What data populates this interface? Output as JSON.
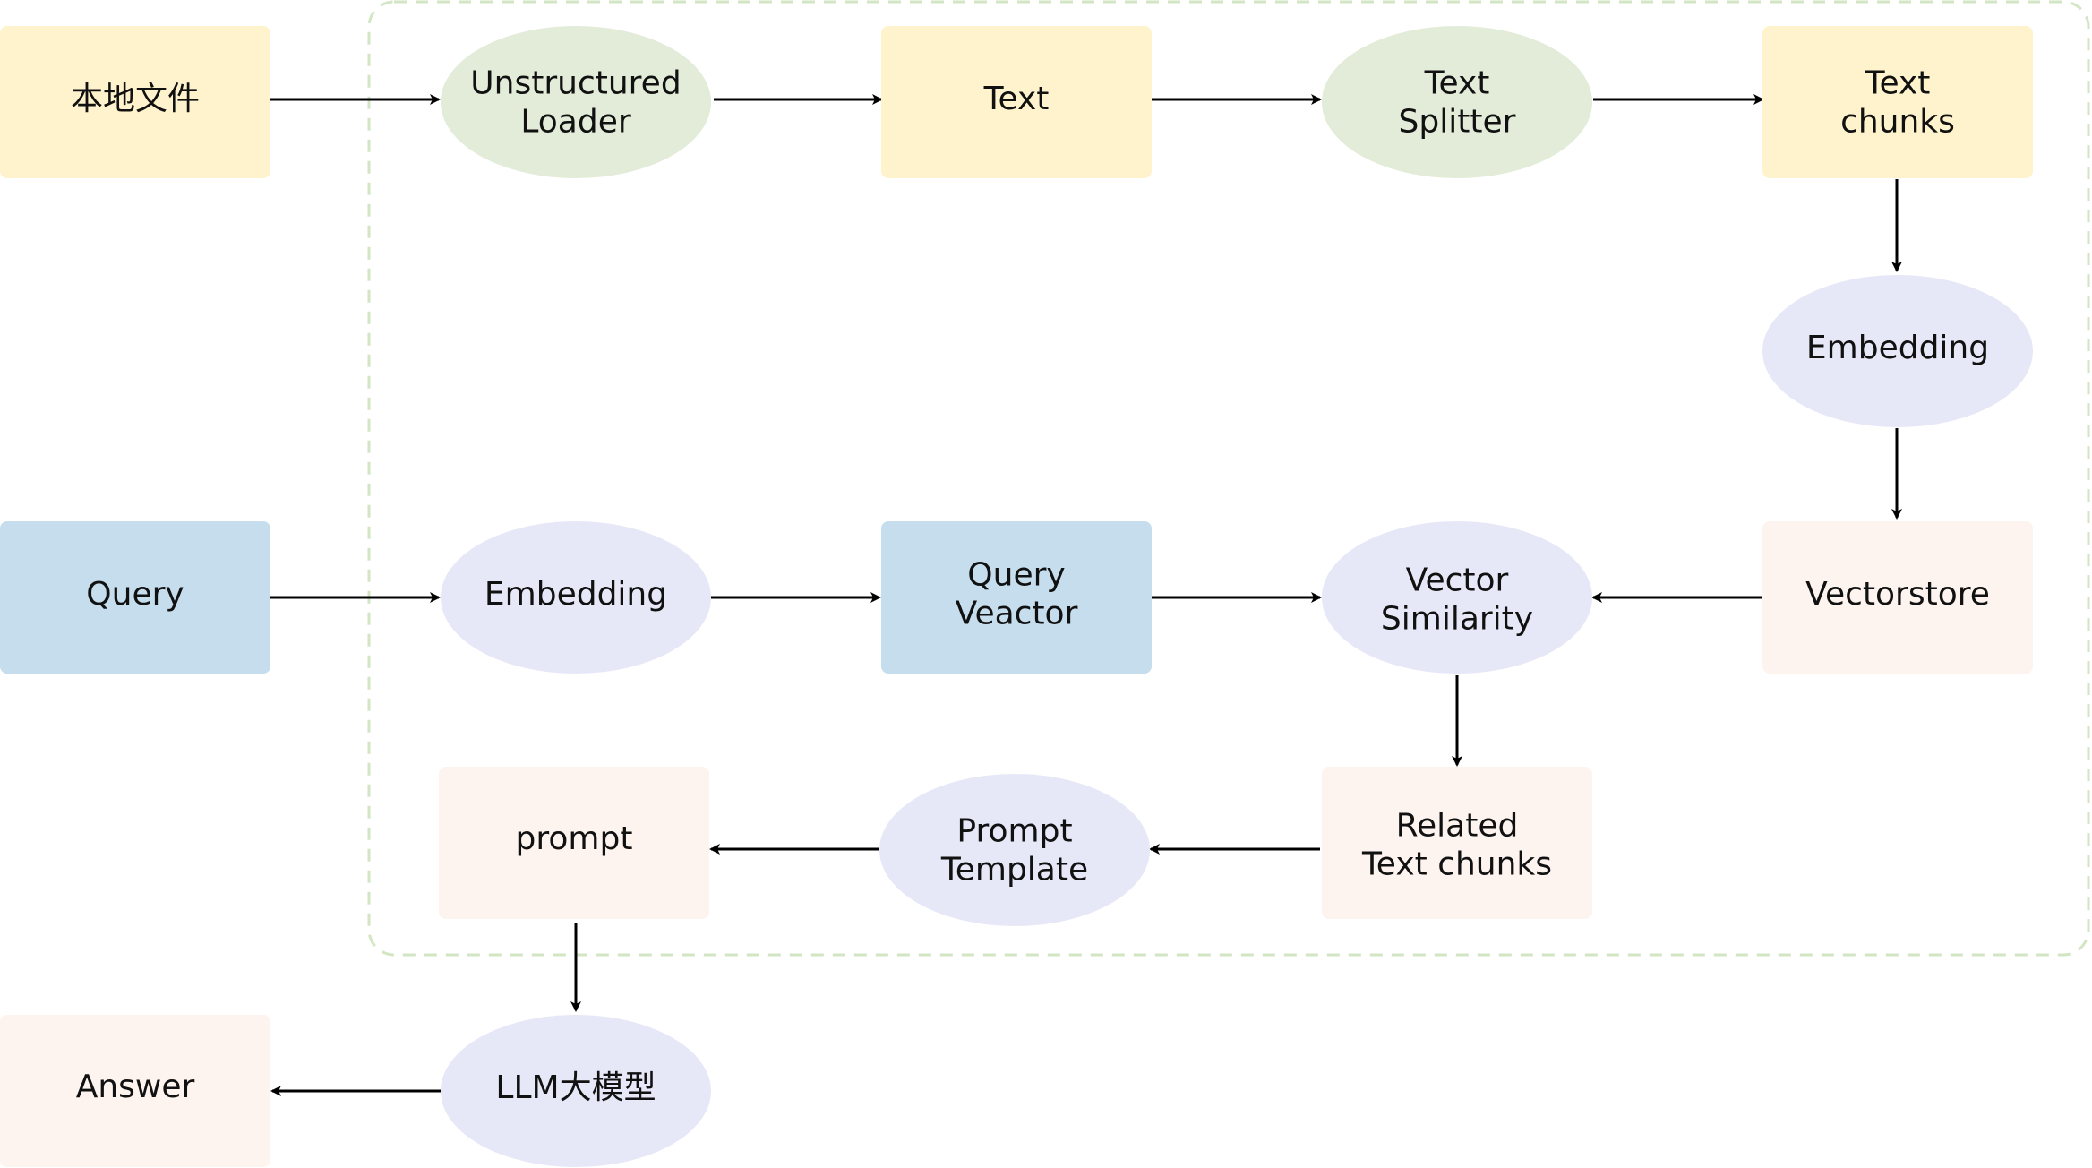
{
  "colors": {
    "yellow_box": "#fff3cd",
    "green_ellipse": "#e2ecd9",
    "lavender_ellipse": "#e6e8f7",
    "blue_box": "#c5ddec",
    "peach_box": "#fdf3ef",
    "dashed_border": "#d3e6c4",
    "arrow": "#000000",
    "text": "#111111"
  },
  "nodes": {
    "local_files": {
      "lines": [
        "本地文件"
      ]
    },
    "unstructured_loader": {
      "lines": [
        "Unstructured",
        "Loader"
      ]
    },
    "text": {
      "lines": [
        "Text"
      ]
    },
    "text_splitter": {
      "lines": [
        "Text",
        "Splitter"
      ]
    },
    "text_chunks": {
      "lines": [
        "Text",
        "chunks"
      ]
    },
    "embedding_doc": {
      "lines": [
        "Embedding"
      ]
    },
    "vectorstore": {
      "lines": [
        "Vectorstore"
      ]
    },
    "query": {
      "lines": [
        "Query"
      ]
    },
    "embedding_query": {
      "lines": [
        "Embedding"
      ]
    },
    "query_vector": {
      "lines": [
        "Query",
        "Veactor"
      ]
    },
    "vector_similarity": {
      "lines": [
        "Vector",
        "Similarity"
      ]
    },
    "related_chunks": {
      "lines": [
        "Related",
        "Text chunks"
      ]
    },
    "prompt_template": {
      "lines": [
        "Prompt",
        "Template"
      ]
    },
    "prompt": {
      "lines": [
        "prompt"
      ]
    },
    "llm": {
      "lines": [
        "LLM大模型"
      ]
    },
    "answer": {
      "lines": [
        "Answer"
      ]
    }
  }
}
